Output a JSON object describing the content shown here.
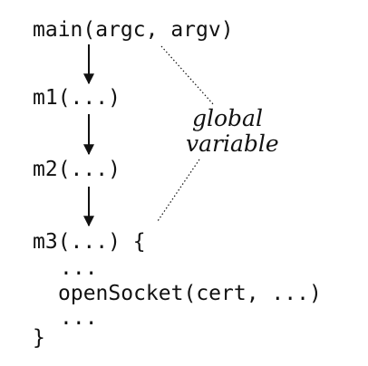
{
  "code_lines": {
    "main_call": "main(argc, argv)",
    "m1_call": "m1(...)",
    "m2_call": "m2(...)",
    "m3_call": "m3(...) {",
    "ellipsis_top": "...",
    "open_socket_call": "openSocket(cert, ...)",
    "ellipsis_bottom": "...",
    "closing_brace": "}"
  },
  "annotation": {
    "line1": "global",
    "line2": "variable"
  },
  "colors": {
    "ink": "#111111",
    "background": "#ffffff"
  }
}
